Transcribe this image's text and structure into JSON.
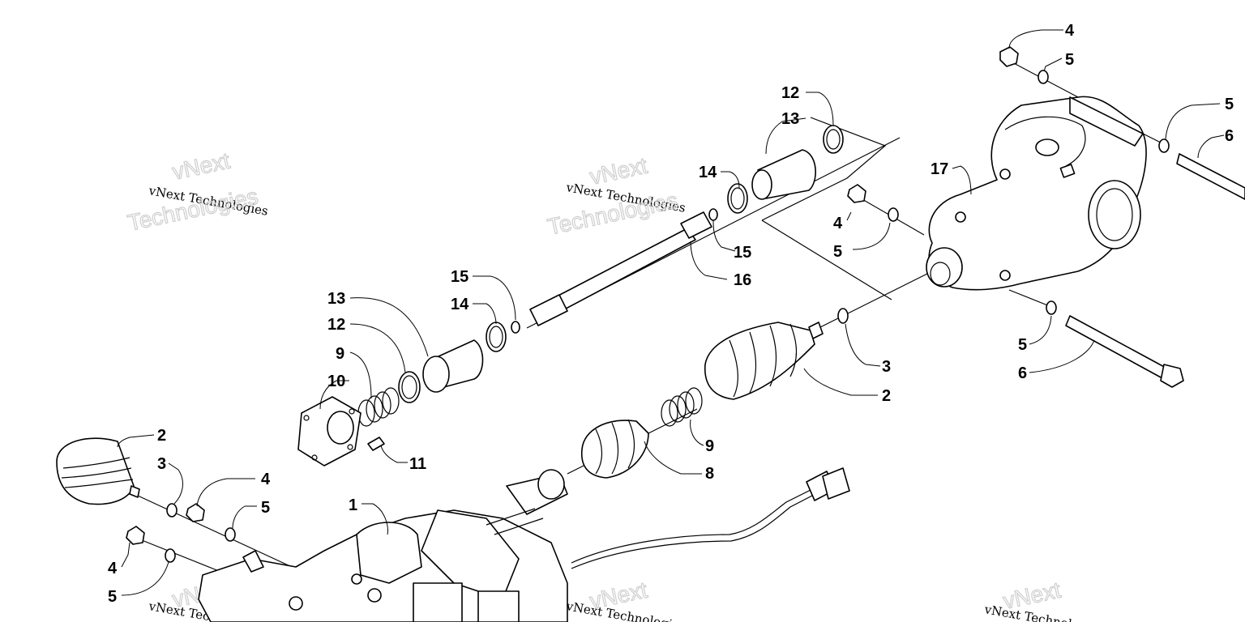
{
  "watermark": {
    "line1": "vNext Technologies",
    "line2": "vNext",
    "line3": "Technologies"
  },
  "callouts": [
    {
      "id": "c4-a",
      "text": "4"
    },
    {
      "id": "c5-a",
      "text": "5"
    },
    {
      "id": "c5-b",
      "text": "5"
    },
    {
      "id": "c6-a",
      "text": "6"
    },
    {
      "id": "c12-a",
      "text": "12"
    },
    {
      "id": "c13-a",
      "text": "13"
    },
    {
      "id": "c14-a",
      "text": "14"
    },
    {
      "id": "c17",
      "text": "17"
    },
    {
      "id": "c4-b",
      "text": "4"
    },
    {
      "id": "c5-c",
      "text": "5"
    },
    {
      "id": "c15-a",
      "text": "15"
    },
    {
      "id": "c16",
      "text": "16"
    },
    {
      "id": "c15-b",
      "text": "15"
    },
    {
      "id": "c14-b",
      "text": "14"
    },
    {
      "id": "c13-b",
      "text": "13"
    },
    {
      "id": "c12-b",
      "text": "12"
    },
    {
      "id": "c9-a",
      "text": "9"
    },
    {
      "id": "c10",
      "text": "10"
    },
    {
      "id": "c3-a",
      "text": "3"
    },
    {
      "id": "c2-a",
      "text": "2"
    },
    {
      "id": "c5-d",
      "text": "5"
    },
    {
      "id": "c6-b",
      "text": "6"
    },
    {
      "id": "c2-b",
      "text": "2"
    },
    {
      "id": "c3-b",
      "text": "3"
    },
    {
      "id": "c4-c",
      "text": "4"
    },
    {
      "id": "c5-e",
      "text": "5"
    },
    {
      "id": "c11",
      "text": "11"
    },
    {
      "id": "c9-b",
      "text": "9"
    },
    {
      "id": "c8",
      "text": "8"
    },
    {
      "id": "c1",
      "text": "1"
    },
    {
      "id": "c4-d",
      "text": "4"
    },
    {
      "id": "c5-f",
      "text": "5"
    }
  ]
}
